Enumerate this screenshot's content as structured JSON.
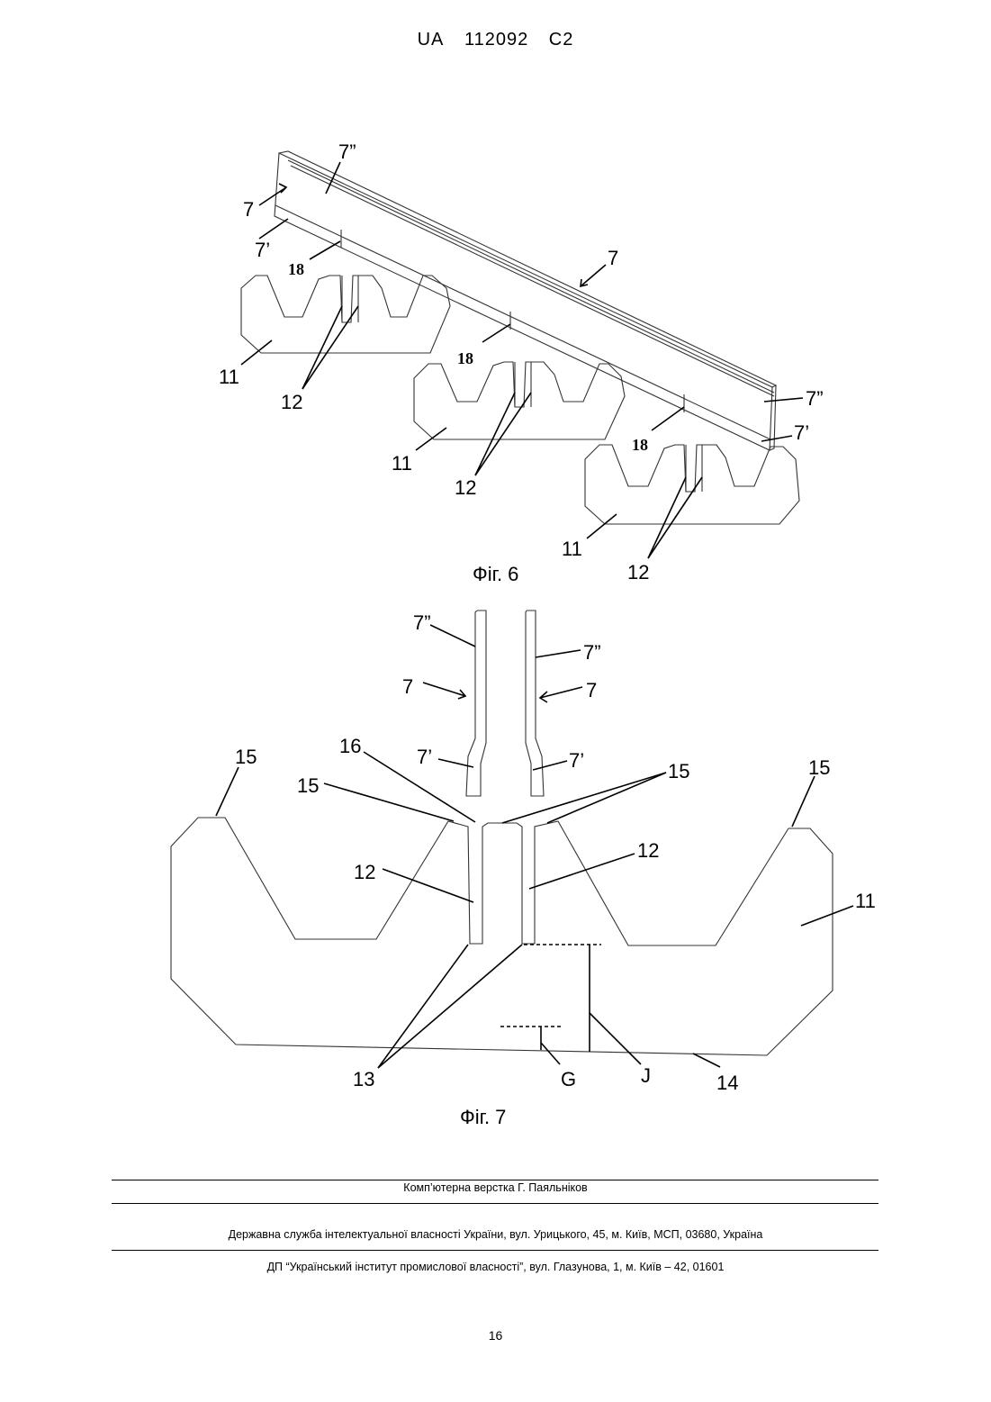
{
  "header": {
    "office": "UA",
    "number": "112092",
    "kind": "C2"
  },
  "fig6": {
    "caption": "Фіг. 6",
    "labels": {
      "l7a": "7",
      "l7b": "7",
      "l7c1": "7”",
      "l7c2": "7”",
      "l7p1": "7’",
      "l7p2": "7’",
      "l18a": "18",
      "l18b": "18",
      "l18c": "18",
      "l11a": "11",
      "l11b": "11",
      "l11c": "11",
      "l12a": "12",
      "l12b": "12",
      "l12c": "12"
    }
  },
  "fig7": {
    "caption": "Фіг. 7",
    "labels": {
      "l7dq1": "7”",
      "l7dq2": "7”",
      "l7a": "7",
      "l7b": "7",
      "l7p1": "7’",
      "l7p2": "7’",
      "l16": "16",
      "l15a": "15",
      "l15b": "15",
      "l15c": "15",
      "l15d": "15",
      "l12a": "12",
      "l12b": "12",
      "l11": "11",
      "l13": "13",
      "lG": "G",
      "lJ": "J",
      "l14": "14"
    }
  },
  "footer": {
    "layout": "Комп’ютерна верстка Г. Паяльніков",
    "office": "Державна служба інтелектуальної власності України, вул. Урицького, 45, м. Київ, МСП, 03680, Україна",
    "institute": "ДП “Український інститут промислової власності”, вул. Глазунова, 1, м. Київ – 42, 01601"
  },
  "page_number": "16"
}
